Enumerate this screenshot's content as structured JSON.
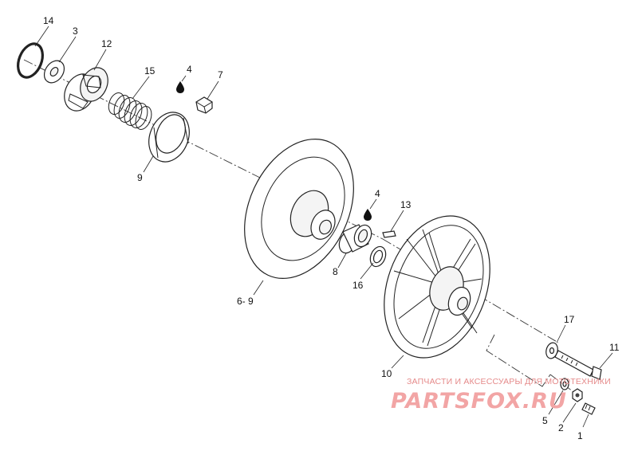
{
  "diagram": {
    "callouts": [
      {
        "id": "c14",
        "label": "14"
      },
      {
        "id": "c3",
        "label": "3"
      },
      {
        "id": "c12",
        "label": "12"
      },
      {
        "id": "c15",
        "label": "15"
      },
      {
        "id": "c4a",
        "label": "4"
      },
      {
        "id": "c7",
        "label": "7"
      },
      {
        "id": "c9",
        "label": "9"
      },
      {
        "id": "c4b",
        "label": "4"
      },
      {
        "id": "c13",
        "label": "13"
      },
      {
        "id": "c8",
        "label": "8"
      },
      {
        "id": "c16",
        "label": "16"
      },
      {
        "id": "c69",
        "label": "6- 9"
      },
      {
        "id": "c17",
        "label": "17"
      },
      {
        "id": "c11",
        "label": "11"
      },
      {
        "id": "c10",
        "label": "10"
      },
      {
        "id": "c5",
        "label": "5"
      },
      {
        "id": "c2",
        "label": "2"
      },
      {
        "id": "c1",
        "label": "1"
      }
    ]
  },
  "watermark": {
    "tagline": "ЗАПЧАСТИ И АКСЕССУАРЫ ДЛЯ МОТОТЕХНИКИ",
    "logo": "PARTSFOX.RU"
  },
  "colors": {
    "line": "#222222",
    "watermark": "#f2a5a5"
  }
}
